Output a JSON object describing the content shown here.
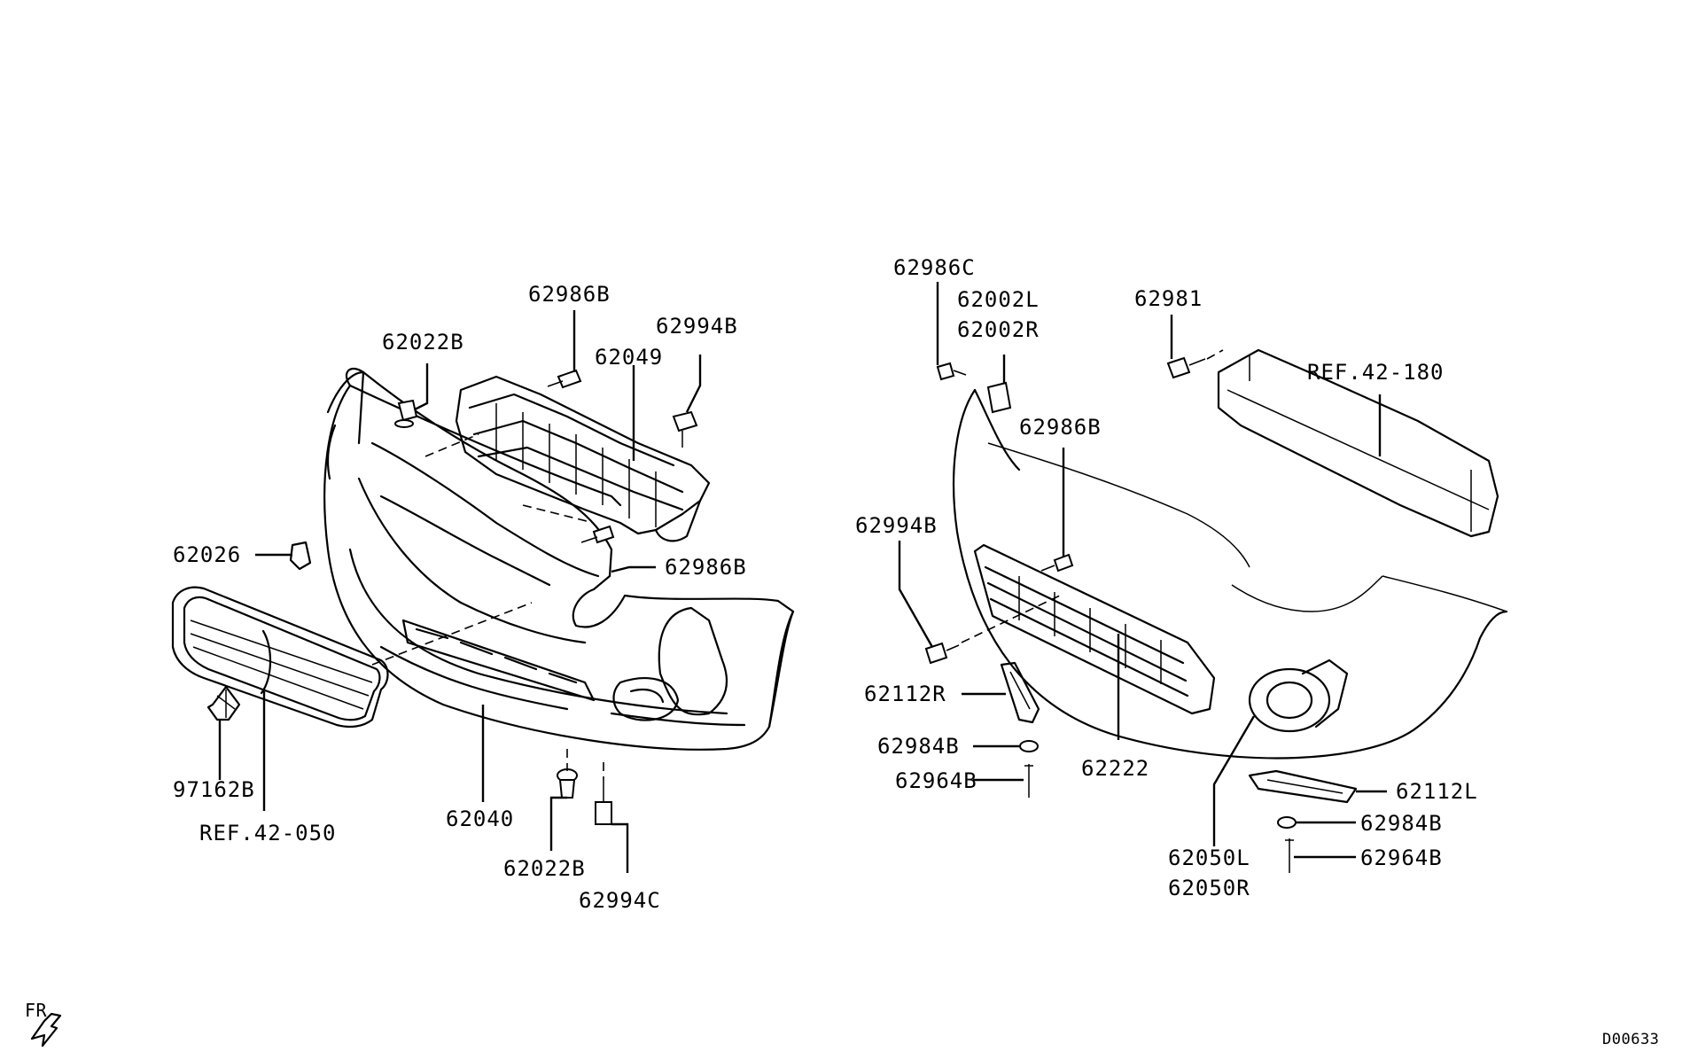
{
  "callouts": {
    "p62986B_top": "62986B",
    "p62022B_top": "62022B",
    "p62049": "62049",
    "p62994B_left": "62994B",
    "p62026": "62026",
    "p62986B_mid": "62986B",
    "p97162B": "97162B",
    "ref_42_050": "REF.42-050",
    "p62040": "62040",
    "p62022B_bottom": "62022B",
    "p62994C": "62994C",
    "p62986C": "62986C",
    "p62002L": "62002L",
    "p62002R": "62002R",
    "p62981": "62981",
    "ref_42_180": "REF.42-180",
    "p62986B_right": "62986B",
    "p62994B_right": "62994B",
    "p62112R": "62112R",
    "p62984B_left": "62984B",
    "p62964B_left": "62964B",
    "p62222": "62222",
    "p62112L": "62112L",
    "p62984B_right": "62984B",
    "p62964B_right": "62964B",
    "p62050L": "62050L",
    "p62050R": "62050R"
  },
  "front_indicator": "FR",
  "drawing_id": "D00633"
}
